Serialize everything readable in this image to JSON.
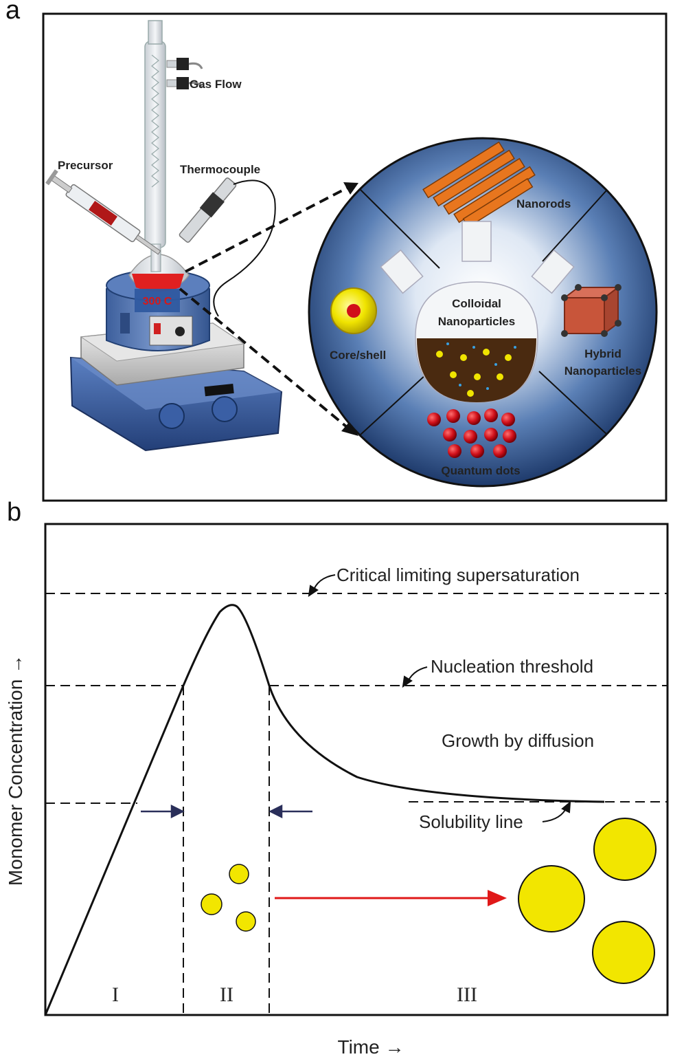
{
  "panel_a": {
    "letter": "a",
    "labels": {
      "gas_flow": "Gas Flow",
      "precursor": "Precursor",
      "thermocouple": "Thermocouple",
      "temperature": "300 C",
      "nanorods": "Nanorods",
      "colloidal_1": "Colloidal",
      "colloidal_2": "Nanoparticles",
      "core_shell": "Core/shell",
      "hybrid_1": "Hybrid",
      "hybrid_2": "Nanoparticles",
      "quantum_dots": "Quantum dots"
    },
    "colors": {
      "circle_outer": "#1e3a6b",
      "circle_inner": "#ffffff",
      "nanorod": "#e8761e",
      "heater_blue": "#4a6fb0",
      "red_mantle": "#e02020",
      "quantum_dot": "#d0101a",
      "hybrid": "#c8553a"
    }
  },
  "panel_b": {
    "letter": "b",
    "ylabel": "Monomer Concentration →",
    "xlabel": "Time →",
    "labels": {
      "critical": "Critical limiting supersaturation",
      "nucleation": "Nucleation threshold",
      "growth": "Growth by diffusion",
      "solubility": "Solubility line"
    },
    "stages": [
      "I",
      "II",
      "III"
    ],
    "colors": {
      "curve": "#111111",
      "particle": "#f2e600",
      "arrow_red": "#e01818",
      "arrow_navy": "#2a2f5a"
    }
  }
}
